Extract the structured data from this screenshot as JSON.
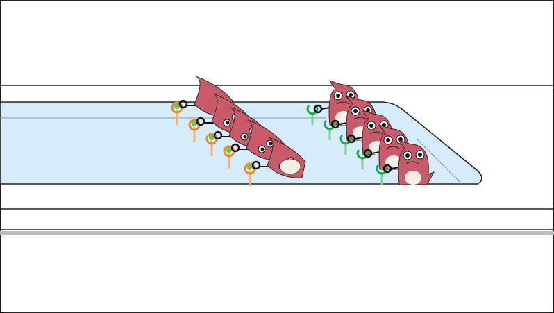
{
  "scene": {
    "subject": "train-car-with-mascot-passengers",
    "colors": {
      "window": "#d6ecfa",
      "outline": "#222222",
      "mascot": "#c85a6a",
      "mascot_belly": "#f5efe6",
      "left_handle": "#f08a1e",
      "left_handle_center": "#7cc043",
      "right_handle": "#1ea84a",
      "floor_band": "#bdbdbd"
    },
    "groups": [
      {
        "name": "leaning-passengers",
        "count": 5,
        "handle": "orange-strap-handle"
      },
      {
        "name": "standing-passengers",
        "count": 5,
        "handle": "green-strap-handle"
      }
    ]
  }
}
